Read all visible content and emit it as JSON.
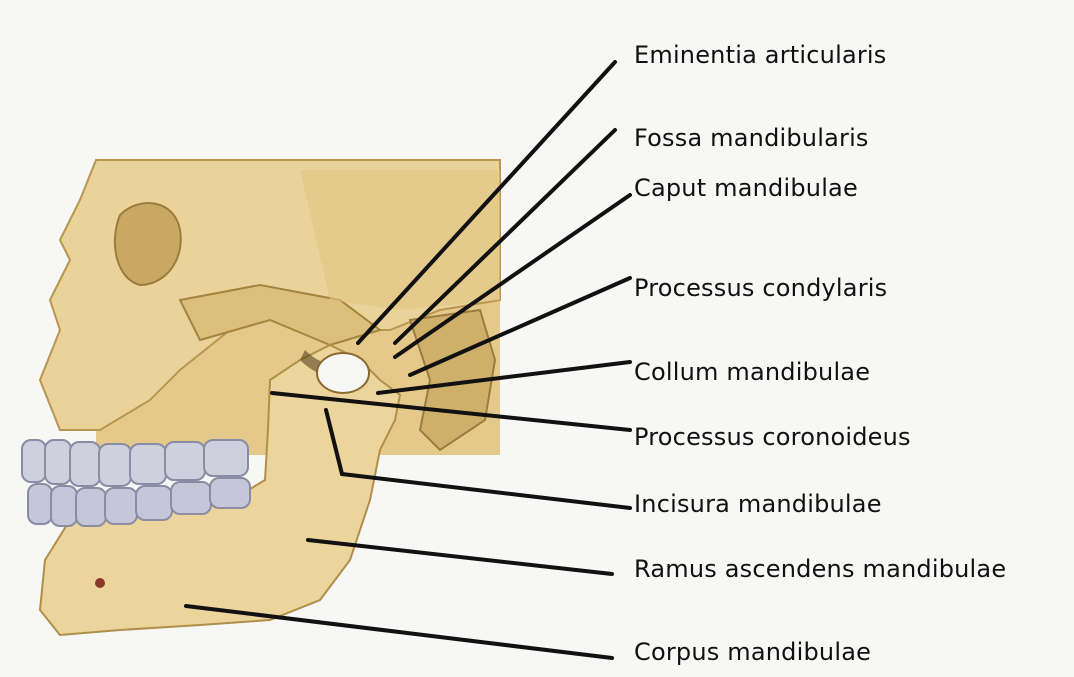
{
  "figure": {
    "subject": "lateral view of skull with mandible",
    "colors": {
      "background": "#f7f7f5",
      "bone": "#e7cf8e",
      "bone_shadow": "#c9a85e",
      "teeth": "#c9cbd9",
      "leader_line": "#111111"
    },
    "labels": [
      {
        "text": "Eminentia articularis"
      },
      {
        "text": "Fossa mandibularis"
      },
      {
        "text": "Caput mandibulae"
      },
      {
        "text": "Processus condylaris"
      },
      {
        "text": "Collum mandibulae"
      },
      {
        "text": "Processus coronoideus"
      },
      {
        "text": "Incisura mandibulae"
      },
      {
        "text": "Ramus ascendens mandibulae"
      },
      {
        "text": "Corpus mandibulae"
      }
    ]
  }
}
